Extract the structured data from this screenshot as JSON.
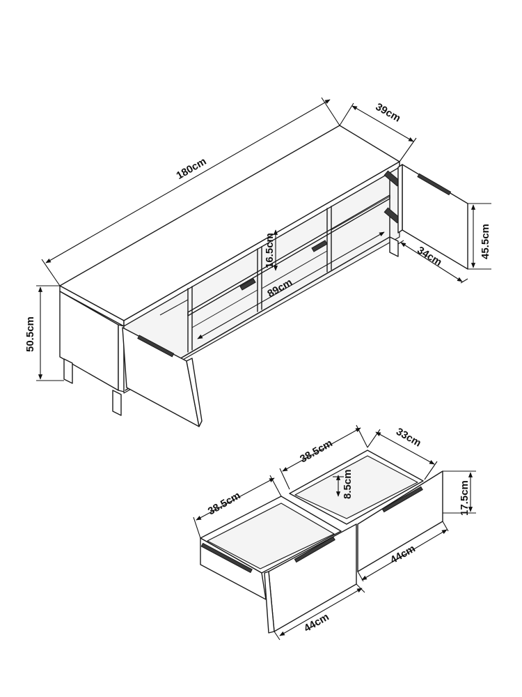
{
  "diagram": {
    "dimensions": {
      "top_length": "180cm",
      "top_depth": "39cm",
      "height": "50.5cm",
      "door_height": "45.5cm",
      "door_width": "34cm",
      "shelf_height": "16.5cm",
      "compartment_width": "89cm",
      "drawer_left_inner_width": "38.5cm",
      "drawer_right_inner_width": "38.5cm",
      "drawer_depth": "33cm",
      "drawer_inner_height": "8.5cm",
      "drawer_height": "17.5cm",
      "drawer_left_front_width": "44cm",
      "drawer_right_front_width": "44cm"
    }
  }
}
